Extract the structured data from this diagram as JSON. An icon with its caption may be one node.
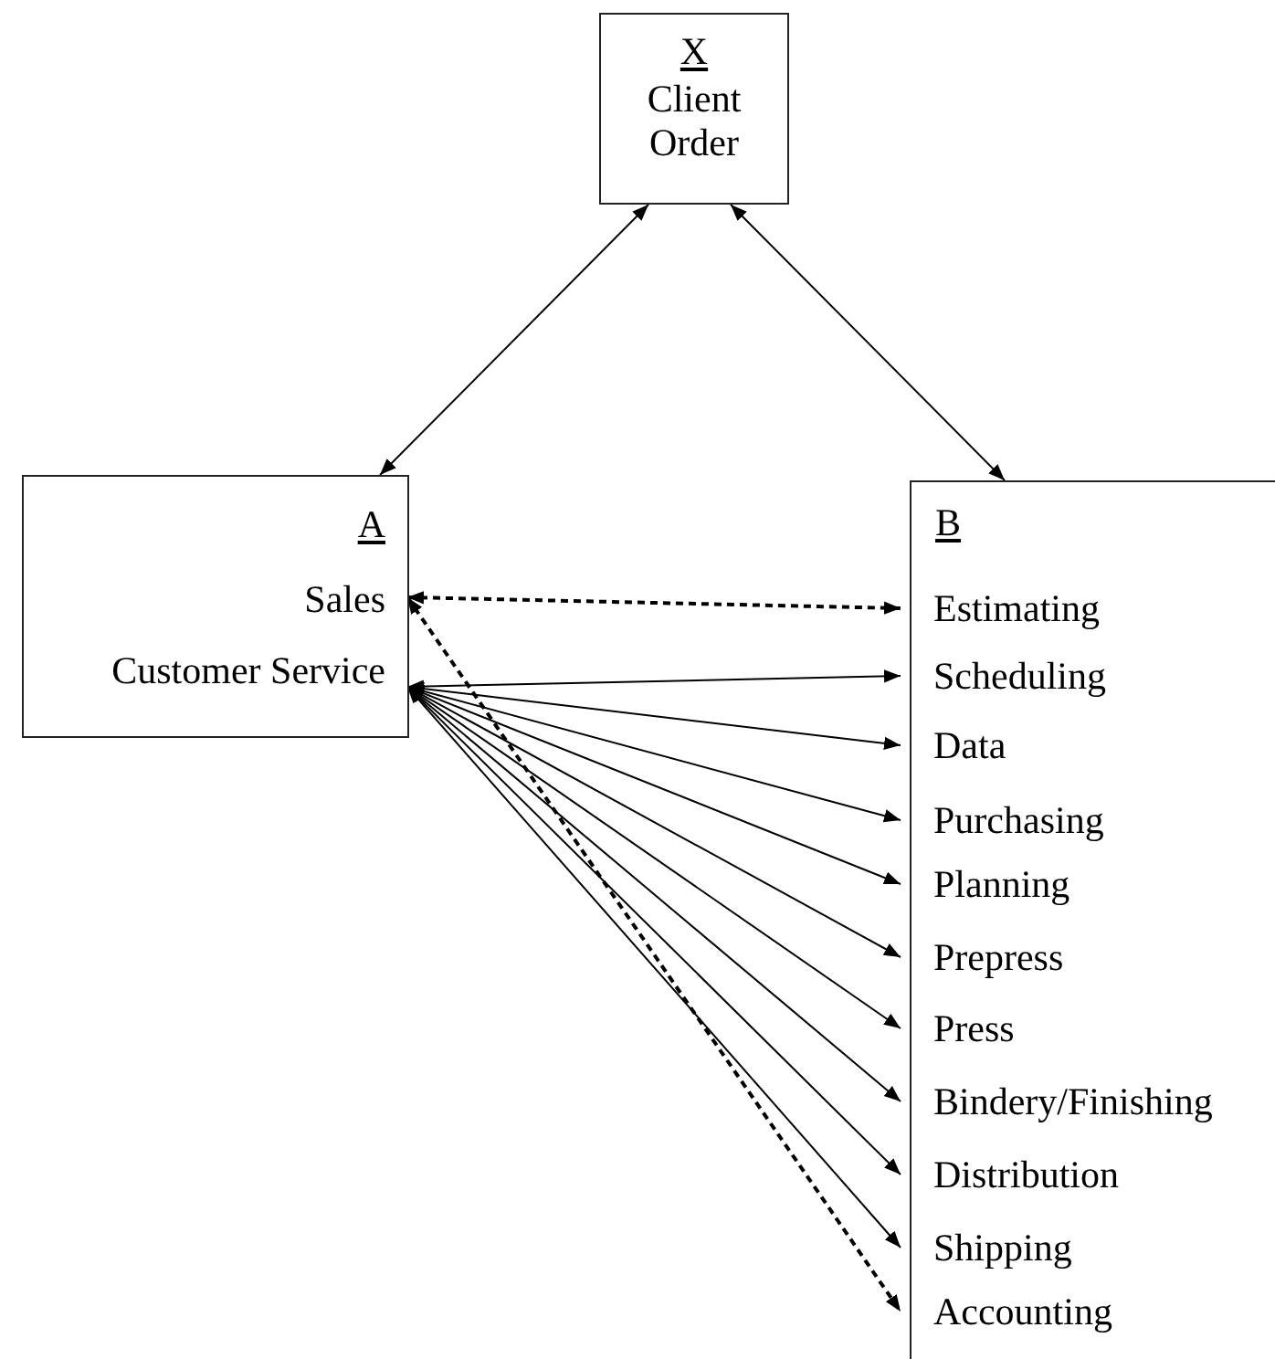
{
  "diagram": {
    "nodes": [
      {
        "text": [
          "X",
          "Client Order"
        ]
      },
      {
        "text": [
          "A"
        ]
      },
      {
        "text": [
          "Sales"
        ],
        "in": 1
      },
      {
        "text": [
          "Customer Service"
        ],
        "in": 1
      },
      {
        "text": [
          "B"
        ]
      },
      {
        "text": [
          "Estimating"
        ],
        "in": 4
      },
      {
        "text": [
          "Scheduling"
        ],
        "in": 4
      },
      {
        "text": [
          "Data"
        ],
        "in": 4
      },
      {
        "text": [
          "Purchasing"
        ],
        "in": 4
      },
      {
        "text": [
          "Planning"
        ],
        "in": 4
      },
      {
        "text": [
          "Prepress"
        ],
        "in": 4
      },
      {
        "text": [
          "Press"
        ],
        "in": 4
      },
      {
        "text": [
          "Bindery/Finishing"
        ],
        "in": 4
      },
      {
        "text": [
          "Distribution"
        ],
        "in": 4
      },
      {
        "text": [
          "Shipping"
        ],
        "in": 4
      },
      {
        "text": [
          "Accounting"
        ],
        "in": 4
      }
    ],
    "edges": [
      {
        "from": 0,
        "to": 1,
        "arrow": "both"
      },
      {
        "from": 0,
        "to": 4,
        "arrow": "both"
      },
      {
        "from": 2,
        "to": 5,
        "arrow": "both",
        "style": "dashed"
      },
      {
        "from": 3,
        "to": 6,
        "arrow": "both"
      },
      {
        "from": 3,
        "to": 7,
        "arrow": "both"
      },
      {
        "from": 3,
        "to": 8,
        "arrow": "both"
      },
      {
        "from": 3,
        "to": 9,
        "arrow": "both"
      },
      {
        "from": 3,
        "to": 10,
        "arrow": "both"
      },
      {
        "from": 3,
        "to": 11,
        "arrow": "both"
      },
      {
        "from": 3,
        "to": 12,
        "arrow": "both"
      },
      {
        "from": 3,
        "to": 13,
        "arrow": "both"
      },
      {
        "from": 3,
        "to": 14,
        "arrow": "both"
      },
      {
        "from": 2,
        "to": 15,
        "arrow": "both",
        "style": "dashed"
      }
    ]
  }
}
